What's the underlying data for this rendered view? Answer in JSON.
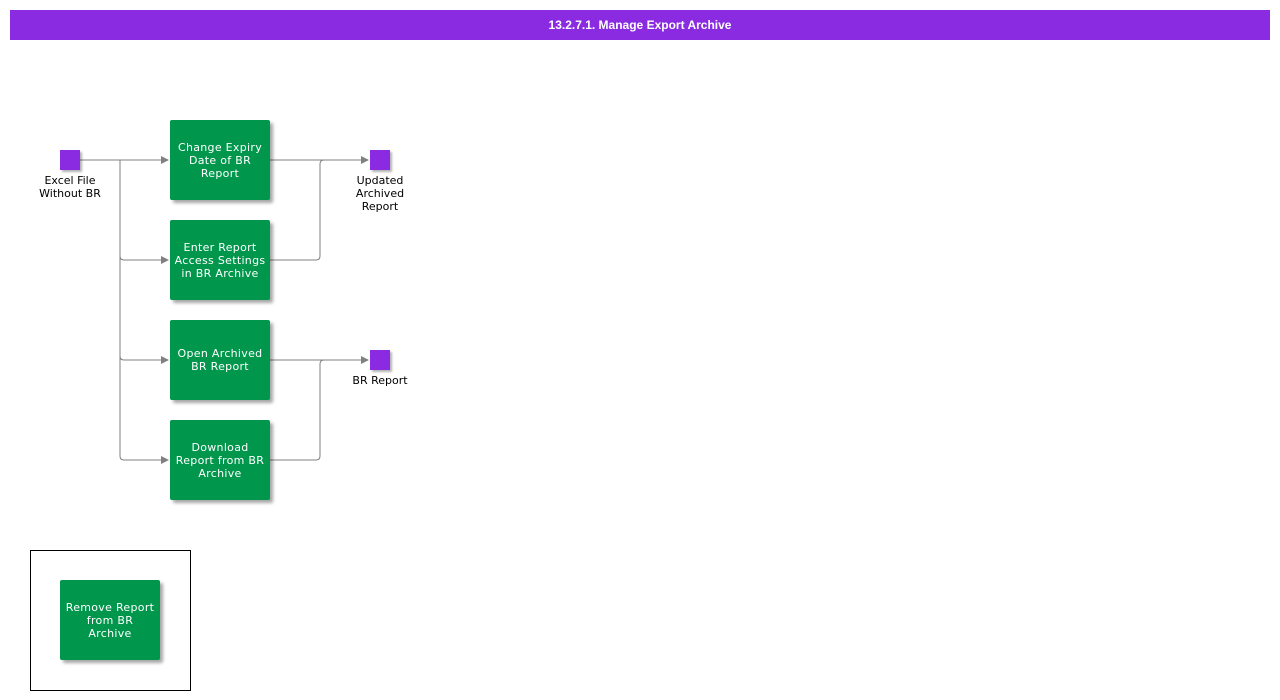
{
  "diagram": {
    "title": "13.2.7.1. Manage Export Archive",
    "colors": {
      "title_bar": "#8a2be2",
      "process": "#00964b",
      "io_square": "#8a2be2",
      "connector": "#808080"
    },
    "inputs": [
      {
        "id": "excel-file",
        "label": "Excel File\nWithout BR"
      }
    ],
    "processes": [
      {
        "id": "change-expiry",
        "label": "Change Expiry Date of BR Report"
      },
      {
        "id": "enter-access",
        "label": "Enter Report Access Settings in BR Archive"
      },
      {
        "id": "open-archived",
        "label": "Open Archived BR Report"
      },
      {
        "id": "download-report",
        "label": "Download Report from BR Archive"
      }
    ],
    "outputs": [
      {
        "id": "updated-archived",
        "label": "Updated\nArchived\nReport"
      },
      {
        "id": "br-report",
        "label": "BR Report"
      }
    ],
    "group": {
      "processes": [
        {
          "id": "remove-report",
          "label": "Remove Report from BR Archive"
        }
      ]
    },
    "edges": [
      {
        "from": "excel-file",
        "to": "change-expiry"
      },
      {
        "from": "excel-file",
        "to": "enter-access"
      },
      {
        "from": "excel-file",
        "to": "open-archived"
      },
      {
        "from": "excel-file",
        "to": "download-report"
      },
      {
        "from": "change-expiry",
        "to": "updated-archived"
      },
      {
        "from": "enter-access",
        "to": "updated-archived"
      },
      {
        "from": "open-archived",
        "to": "br-report"
      },
      {
        "from": "download-report",
        "to": "br-report"
      }
    ]
  }
}
